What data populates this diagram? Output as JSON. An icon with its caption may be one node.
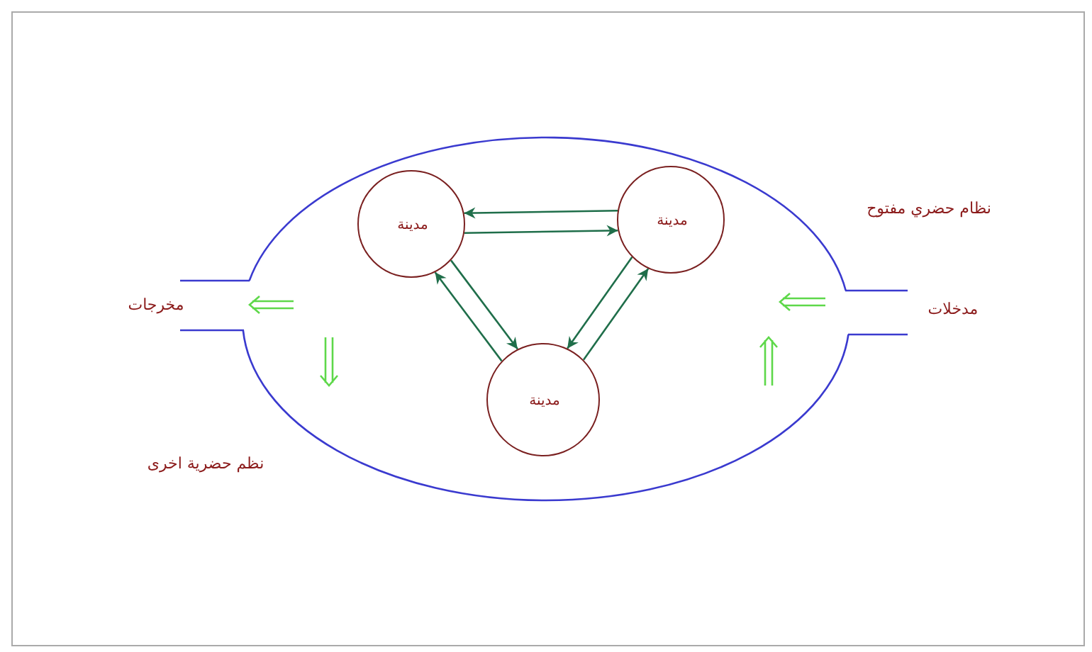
{
  "diagram": {
    "nodes": [
      {
        "text": [
          "نظام حضري مفتوح"
        ]
      },
      {
        "text": [
          "مدينة"
        ],
        "in": 0
      },
      {
        "text": [
          "مدينة"
        ],
        "in": 0
      },
      {
        "text": [
          "مدينة"
        ],
        "in": 0
      }
    ],
    "edges": [
      {
        "from": 2,
        "to": 1,
        "arrow": "to"
      },
      {
        "from": 1,
        "to": 2,
        "arrow": "to"
      },
      {
        "from": 3,
        "to": 1,
        "arrow": "to"
      },
      {
        "from": 1,
        "to": 3,
        "arrow": "to"
      },
      {
        "from": 2,
        "to": 3,
        "arrow": "to"
      },
      {
        "from": 3,
        "to": 2,
        "arrow": "to"
      }
    ],
    "labels": [
      "مدخلات",
      "مخرجات",
      "نظم حضرية اخرى"
    ]
  }
}
